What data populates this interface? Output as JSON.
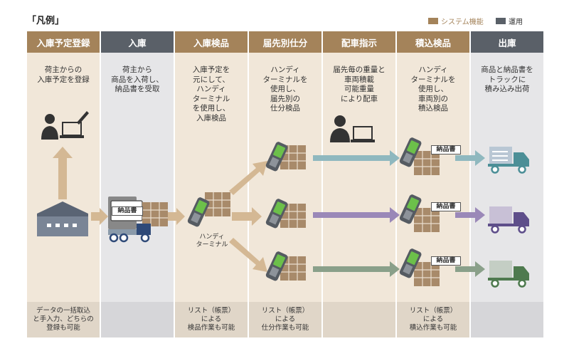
{
  "legend": {
    "title": "「凡例」",
    "system_label": "システム機能",
    "ops_label": "運用",
    "system_color": "#a4835a",
    "ops_color": "#5a6068"
  },
  "columns": [
    {
      "id": "c1",
      "header": "入庫予定登録",
      "type": "system",
      "desc": [
        "荷主からの",
        "入庫予定を登録"
      ],
      "footer": [
        "データの一括取込",
        "と手入力、どちらの",
        "登録も可能"
      ]
    },
    {
      "id": "c2",
      "header": "入庫",
      "type": "ops",
      "desc": [
        "荷主から",
        "商品を入荷し、",
        "納品書を受取"
      ],
      "footer": []
    },
    {
      "id": "c3",
      "header": "入庫検品",
      "type": "system",
      "desc": [
        "入庫予定を",
        "元にして、",
        "ハンディ",
        "ターミナル",
        "を使用し、",
        "入庫検品"
      ],
      "footer": [
        "リスト（帳票）",
        "による",
        "検品作業も可能"
      ]
    },
    {
      "id": "c4",
      "header": "届先別仕分",
      "type": "system",
      "desc": [
        "ハンディ",
        "ターミナルを",
        "使用し、",
        "届先別の",
        "仕分検品"
      ],
      "footer": [
        "リスト（帳票）",
        "による",
        "仕分作業も可能"
      ]
    },
    {
      "id": "c5",
      "header": "配車指示",
      "type": "system",
      "desc": [
        "届先毎の重量と",
        "車両積載",
        "可能重量",
        "により配車"
      ],
      "footer": []
    },
    {
      "id": "c6",
      "header": "積込検品",
      "type": "system",
      "desc": [
        "ハンディ",
        "ターミナルを",
        "使用し、",
        "車両別の",
        "積込検品"
      ],
      "footer": [
        "リスト（帳票）",
        "による",
        "積込作業も可能"
      ]
    },
    {
      "id": "c7",
      "header": "出庫",
      "type": "ops",
      "desc": [
        "商品と納品書を",
        "トラックに",
        "積み込み出荷"
      ],
      "footer": []
    }
  ],
  "labels": {
    "invoice": "納品書",
    "handy_terminal": [
      "ハンディ",
      "ターミナル"
    ]
  },
  "colors": {
    "arrow_tan": "#d4b894",
    "route_teal": "#8fb8bf",
    "route_purple": "#9a88b8",
    "route_green": "#8aa08a",
    "truck_teal": "#4c8f97",
    "truck_purple": "#5e4e8a",
    "truck_green": "#4e7a4e",
    "terminal_green": "#6cc04a"
  }
}
